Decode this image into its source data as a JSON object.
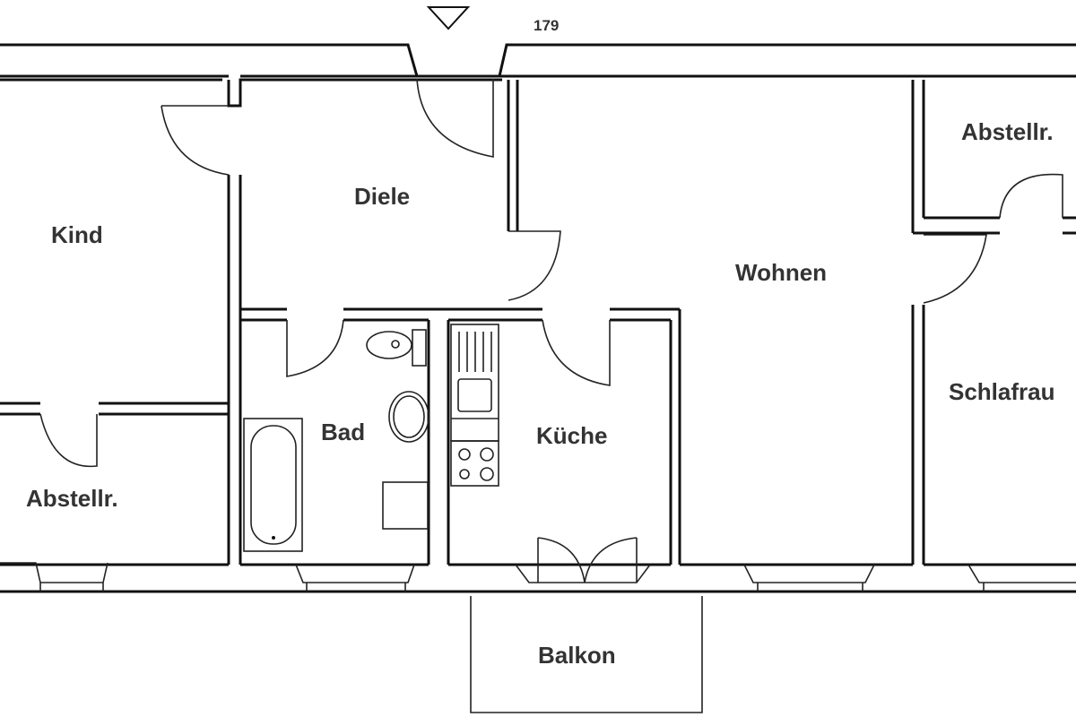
{
  "plan": {
    "stair_number": "179",
    "rooms": {
      "kind": "Kind",
      "diele": "Diele",
      "wohnen": "Wohnen",
      "abstellr_right": "Abstellr.",
      "schlafraum": "Schlafrau",
      "bad": "Bad",
      "kueche": "Küche",
      "abstellr_left": "Abstellr.",
      "balkon": "Balkon"
    },
    "icons": [
      "entrance-triangle-icon",
      "toilet-icon",
      "sink-icon",
      "bathtub-icon",
      "stove-icon",
      "kitchen-sink-icon"
    ]
  }
}
